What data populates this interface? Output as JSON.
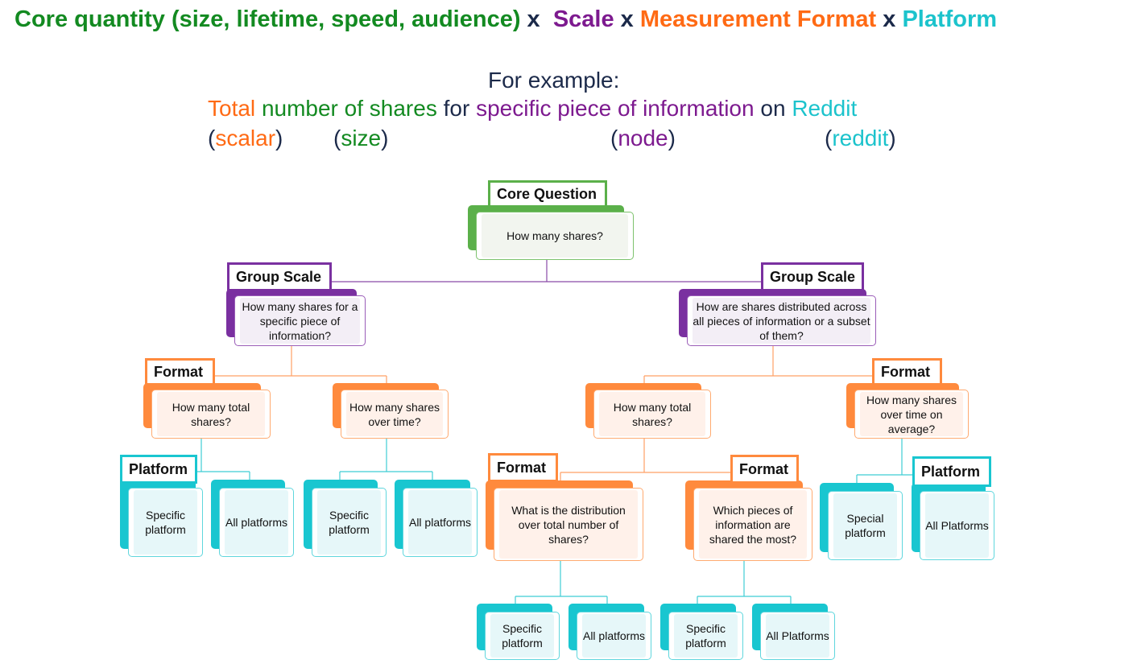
{
  "title": {
    "core": "Core quantity (size, lifetime, speed, audience)",
    "x1": "x",
    "scale": "Scale",
    "x2": "x",
    "format": "Measurement Format",
    "x3": "x",
    "platform": "Platform"
  },
  "example": {
    "heading": "For example:",
    "line1": {
      "total": "Total",
      "number_of_shares": "number of shares",
      "for": "for",
      "specific_piece": "specific piece of information",
      "on": "on",
      "reddit": "Reddit"
    },
    "line2": {
      "scalar": "scalar",
      "size": "size",
      "node": "node",
      "reddit": "reddit"
    }
  },
  "colors": {
    "core": "#138a21",
    "scale": "#7d1a8f",
    "format": "#ff6a14",
    "platform": "#1cc3cc",
    "connector": "#1c2a4a"
  },
  "diagram": {
    "core": {
      "label": "Core Question",
      "question": "How many shares?"
    },
    "group_left": {
      "label": "Group Scale",
      "question": "How many shares for a specific piece of information?"
    },
    "group_right": {
      "label": "Group Scale",
      "question": "How are shares distributed across all pieces of information or a subset of them?"
    },
    "format_left_a": {
      "label": "Format",
      "question": "How many total shares?"
    },
    "format_left_b": {
      "question": "How many shares over time?"
    },
    "format_right_a": {
      "question": "How many total shares?"
    },
    "format_right_b": {
      "label": "Format",
      "question": "How many shares over time on average?"
    },
    "format_sub_a": {
      "label": "Format",
      "question": "What is the distribution over total number of shares?"
    },
    "format_sub_b": {
      "label": "Format",
      "question": "Which pieces of information are shared the most?"
    },
    "platform_label_left": "Platform",
    "platform_label_right": "Platform",
    "platforms": {
      "p1": "Specific platform",
      "p2": "All platforms",
      "p3": "Specific platform",
      "p4": "All platforms",
      "p5": "Special platform",
      "p6": "All Platforms",
      "p7": "Specific platform",
      "p8": "All platforms",
      "p9": "Specific platform",
      "p10": "All Platforms"
    }
  }
}
